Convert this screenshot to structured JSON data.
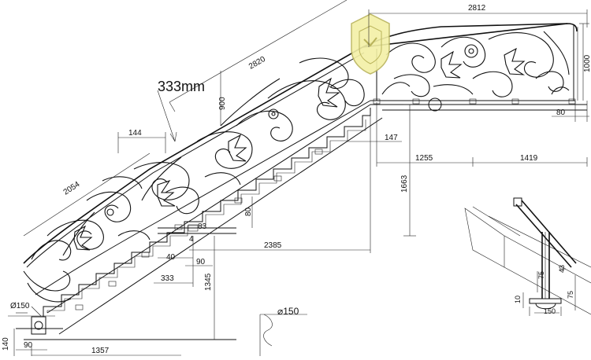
{
  "drawing": {
    "annotation_mm": "333mm",
    "dimensions": {
      "top_width": "2812",
      "diagonal_top": "2820",
      "diag_height": "900",
      "upper_height": "1000",
      "offset_80_right": "80",
      "offset_144": "144",
      "offset_147": "147",
      "landing_1255": "1255",
      "landing_1419": "1419",
      "rise_1663": "1663",
      "diagonal_2054": "2054",
      "step_80": "80",
      "small_83": "83",
      "run_2385": "2385",
      "small_4": "4",
      "small_40": "40",
      "small_90": "90",
      "tread_333": "333",
      "rise_1345": "1345",
      "post_dia_left": "Ø150",
      "post_dia_center": "⌀150",
      "bottom_140": "140",
      "bottom_90": "90",
      "bottom_1357": "1357"
    },
    "detail": {
      "d75a": "75",
      "d43": "43",
      "d10": "10",
      "d75b": "75",
      "d150": "150"
    },
    "colors": {
      "line": "#111111",
      "logo_fill": "#f3f0a6",
      "logo_stroke": "#b9b35a"
    }
  }
}
